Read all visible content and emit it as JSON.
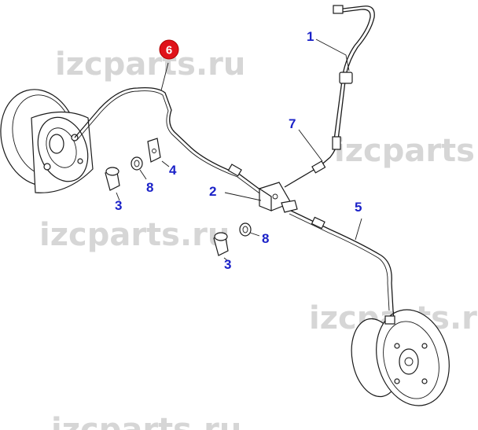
{
  "watermark": "izcparts.ru",
  "colors": {
    "callout": "#1b22c8",
    "highlight": "#e0121a",
    "watermark": "#cfcfcf",
    "line": "#1a1a1a"
  },
  "callouts": {
    "c1": "1",
    "c2": "2",
    "c3a": "3",
    "c3b": "3",
    "c4": "4",
    "c5": "5",
    "c6": "6",
    "c7": "7",
    "c8a": "8",
    "c8b": "8"
  },
  "highlighted_callout": "6"
}
